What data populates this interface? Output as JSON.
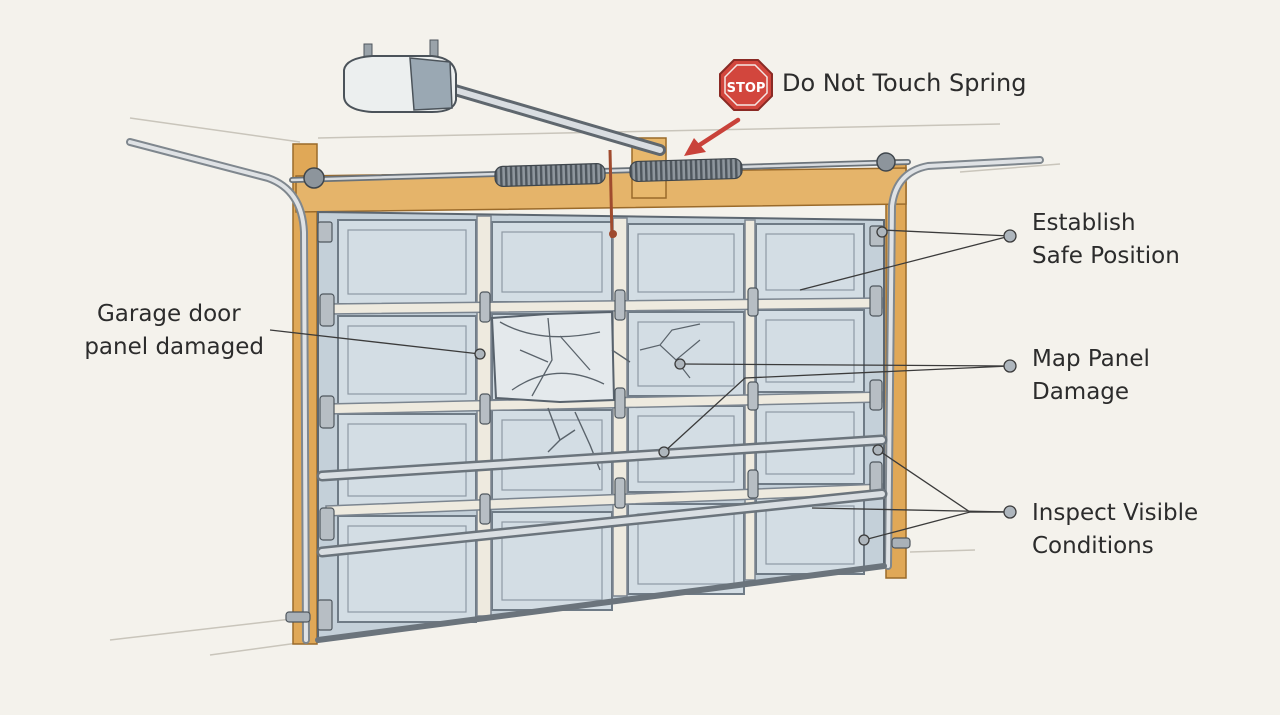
{
  "warning": {
    "sign_text": "STOP",
    "text": "Do Not Touch Spring",
    "sign_color": "#d2463d",
    "arrow_color": "#c9423a"
  },
  "labels": {
    "left": [
      "Garage door",
      "panel damaged"
    ],
    "establish": [
      "Establish",
      "Safe Position"
    ],
    "map": [
      "Map Panel",
      "Damage"
    ],
    "inspect": [
      "Inspect Visible",
      "Conditions"
    ]
  },
  "colors": {
    "background": "#f4f2ec",
    "wood_frame": "#e0a857",
    "panel": "#d3dde4",
    "panel_line": "#6f7b86",
    "track": "#c8ccd0",
    "leader_line": "#3b3b3b",
    "dot": "#aeb6bd"
  }
}
